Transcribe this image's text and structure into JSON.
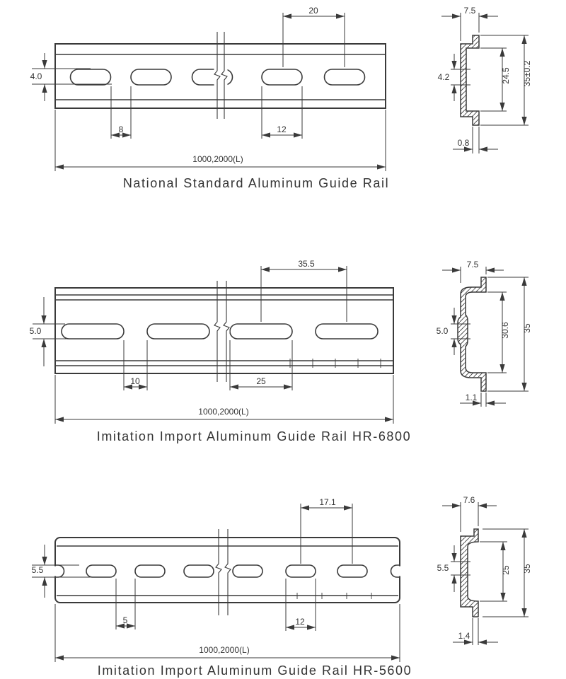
{
  "drawing": {
    "background": "#ffffff",
    "line_color": "#3a3a3a",
    "text_color": "#333333"
  },
  "sections": [
    {
      "title": "National Standard Aluminum Guide Rail",
      "front": {
        "slot_height": "4.0",
        "slot_gap": "8",
        "slot_width": "12",
        "slot_pitch": "20",
        "length": "1000,2000(L)"
      },
      "side": {
        "top_width": "7.5",
        "slot_height": "4.2",
        "inner_height": "24.5",
        "total_height": "35±0.2",
        "thickness": "0.8"
      }
    },
    {
      "title": "Imitation Import Aluminum Guide Rail HR-6800",
      "front": {
        "slot_height": "5.0",
        "slot_gap": "10",
        "slot_width": "25",
        "slot_pitch": "35.5",
        "length": "1000,2000(L)"
      },
      "side": {
        "top_width": "7.5",
        "slot_height": "5.0",
        "inner_height": "30.6",
        "total_height": "35",
        "thickness": "1.1"
      }
    },
    {
      "title": "Imitation Import Aluminum Guide Rail HR-5600",
      "front": {
        "slot_height": "5.5",
        "slot_gap": "5",
        "slot_width": "12",
        "slot_pitch": "17.1",
        "length": "1000,2000(L)"
      },
      "side": {
        "top_width": "7.6",
        "slot_height": "5.5",
        "inner_height": "25",
        "total_height": "35",
        "thickness": "1.4"
      }
    }
  ]
}
